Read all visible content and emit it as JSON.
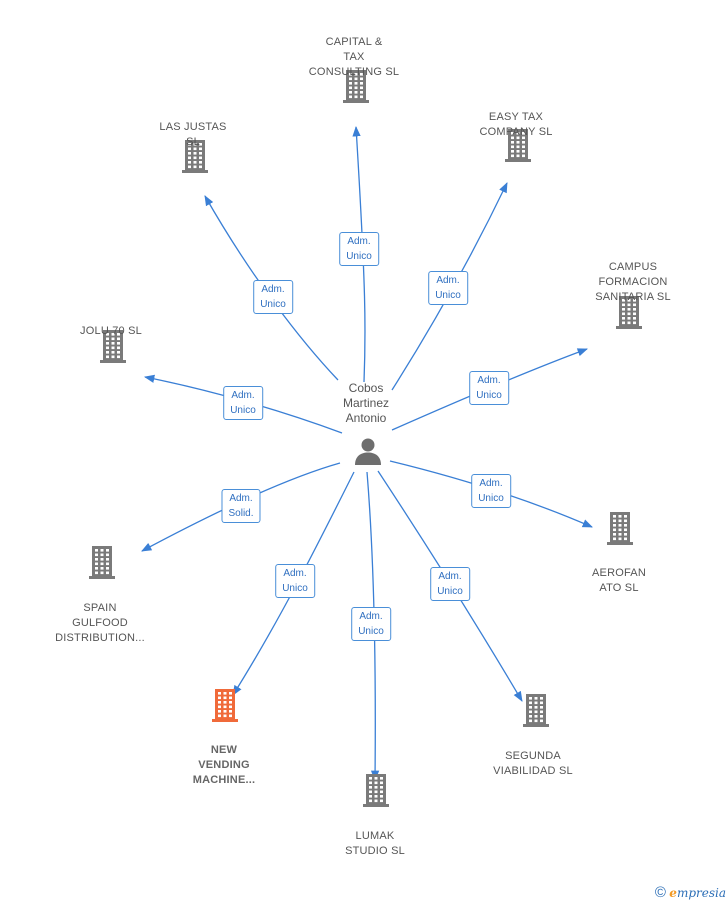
{
  "center": {
    "name": "Cobos\nMartinez\nAntonio",
    "icon": "person-icon"
  },
  "colors": {
    "edge": "#3a7fd5",
    "building": "#7a7a7a",
    "highlight": "#f06a3a"
  },
  "nodes": [
    {
      "id": "capital",
      "label": "CAPITAL &\nTAX\nCONSULTING SL",
      "relation": "Adm.\nUnico",
      "icon": "building-icon"
    },
    {
      "id": "lasjustas",
      "label": "LAS JUSTAS\nSL",
      "relation": "Adm.\nUnico",
      "icon": "building-icon"
    },
    {
      "id": "easytax",
      "label": "EASY TAX\nCOMPANY SL",
      "relation": "Adm.\nUnico",
      "icon": "building-icon"
    },
    {
      "id": "campus",
      "label": "CAMPUS\nFORMACION\nSANITARIA  SL",
      "relation": "Adm.\nUnico",
      "icon": "building-icon"
    },
    {
      "id": "jolu",
      "label": "JOLU 70  SL",
      "relation": "Adm.\nUnico",
      "icon": "building-icon"
    },
    {
      "id": "aerofanato",
      "label": "AEROFAN\nATO  SL",
      "relation": "Adm.\nUnico",
      "icon": "building-icon"
    },
    {
      "id": "spain",
      "label": "SPAIN\nGULFOOD\nDISTRIBUTION...",
      "relation": "Adm.\nSolid.",
      "icon": "building-icon"
    },
    {
      "id": "newvending",
      "label": "NEW\nVENDING\nMACHINE...",
      "relation": "Adm.\nUnico",
      "icon": "building-icon",
      "highlight": true
    },
    {
      "id": "lumak",
      "label": "LUMAK\nSTUDIO  SL",
      "relation": "Adm.\nUnico",
      "icon": "building-icon"
    },
    {
      "id": "segunda",
      "label": "SEGUNDA\nVIABILIDAD  SL",
      "relation": "Adm.\nUnico",
      "icon": "building-icon"
    }
  ],
  "footer": {
    "copyright": "©",
    "brand_initial": "e",
    "brand_rest": "mpresia"
  }
}
